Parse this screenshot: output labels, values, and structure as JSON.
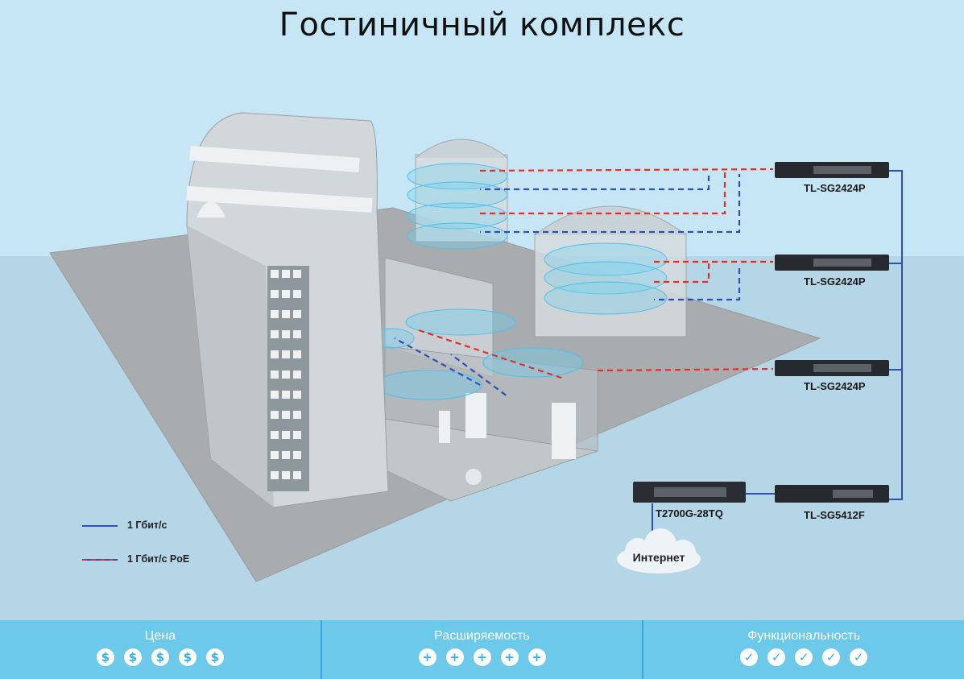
{
  "title": "Гостиничный комплекс",
  "switches": [
    {
      "model": "TL-SG2424P"
    },
    {
      "model": "TL-SG2424P"
    },
    {
      "model": "TL-SG2424P"
    },
    {
      "model": "TL-SG5412F"
    },
    {
      "model": "T2700G-28TQ"
    }
  ],
  "cloud_label": "Интернет",
  "legend": [
    {
      "label": "1 Гбит/с",
      "style": "solid",
      "color": "#2f4fb3"
    },
    {
      "label": "1 Гбит/с PoE",
      "style": "dashed",
      "colors": [
        "#2f4fb3",
        "#e0302a"
      ]
    }
  ],
  "footer": [
    {
      "title": "Цена",
      "icon": "dollar-icon",
      "glyph": "$",
      "count": 5
    },
    {
      "title": "Расширяемость",
      "icon": "plus-icon",
      "glyph": "+",
      "count": 5
    },
    {
      "title": "Функциональность",
      "icon": "check-icon",
      "glyph": "✓",
      "count": 5
    }
  ],
  "colors": {
    "link": "#2f4fb3",
    "poe_red": "#e0302a",
    "footer_bg": "#6cc9e9",
    "icon": "#3aaee0"
  }
}
